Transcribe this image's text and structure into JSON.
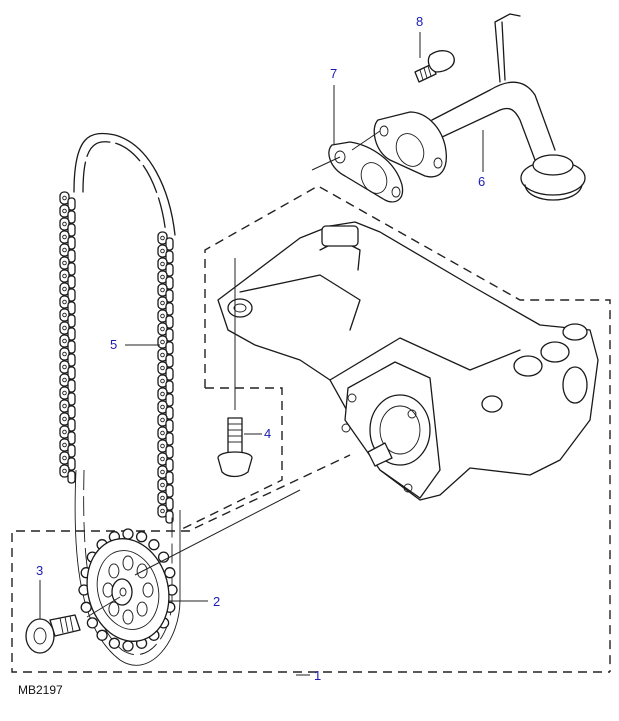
{
  "diagram": {
    "title": "Oil pump assembly exploded view",
    "reference_code": "MB2197",
    "callout_color": "#1c1cb4",
    "callouts": [
      {
        "id": "1",
        "part": "oil-pump-assembly-kit"
      },
      {
        "id": "2",
        "part": "sprocket"
      },
      {
        "id": "3",
        "part": "sprocket-bolt"
      },
      {
        "id": "4",
        "part": "pump-mounting-bolt"
      },
      {
        "id": "5",
        "part": "drive-chain"
      },
      {
        "id": "6",
        "part": "oil-pickup-pipe"
      },
      {
        "id": "7",
        "part": "gasket"
      },
      {
        "id": "8",
        "part": "pipe-bolt"
      }
    ]
  }
}
